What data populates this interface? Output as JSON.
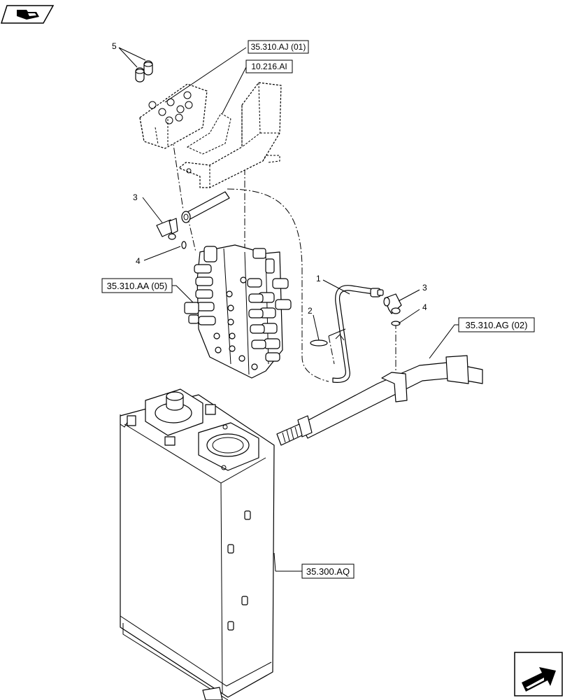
{
  "icons": {
    "top_left": "book-navigation-icon",
    "bottom_right": "next-page-arrow-icon"
  },
  "references": {
    "r1": "35.310.AJ (01)",
    "r2": "10.216.AI",
    "r3": "35.310.AA (05)",
    "r4": "35.310.AG (02)",
    "r5": "35.300.AQ"
  },
  "callouts": {
    "c1": "1",
    "c2": "2",
    "c3a": "3",
    "c3b": "3",
    "c4a": "4",
    "c4b": "4",
    "c5": "5"
  }
}
